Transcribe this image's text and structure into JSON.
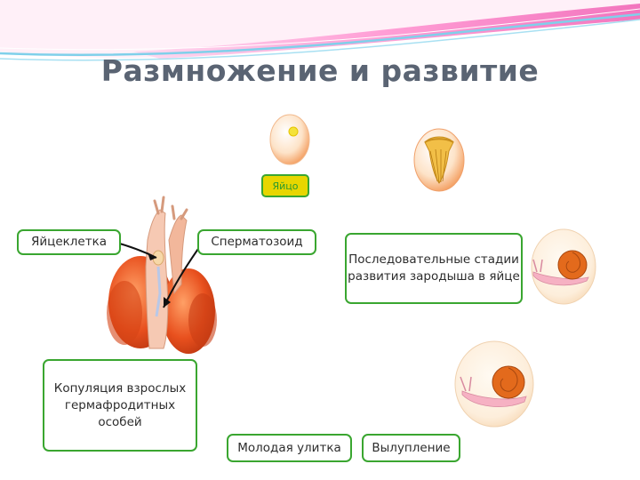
{
  "slide": {
    "title": "Размножение и развитие"
  },
  "labels": {
    "egg": "Яйцо",
    "egg_cell": "Яйцеклетка",
    "sperm": "Сперматозоид",
    "stages": "Последовательные стадии развития зародыша в яйце",
    "copulation": "Копуляция взрослых гермафродитных особей",
    "young_snail": "Молодая улитка",
    "hatching": "Вылупление"
  },
  "colors": {
    "label_border": "#3aa630",
    "title_text": "#5a6473",
    "egg_badge_fill": "#e8d600",
    "organ_orange": "#e8501e",
    "shell_orange": "#e36a1c"
  }
}
